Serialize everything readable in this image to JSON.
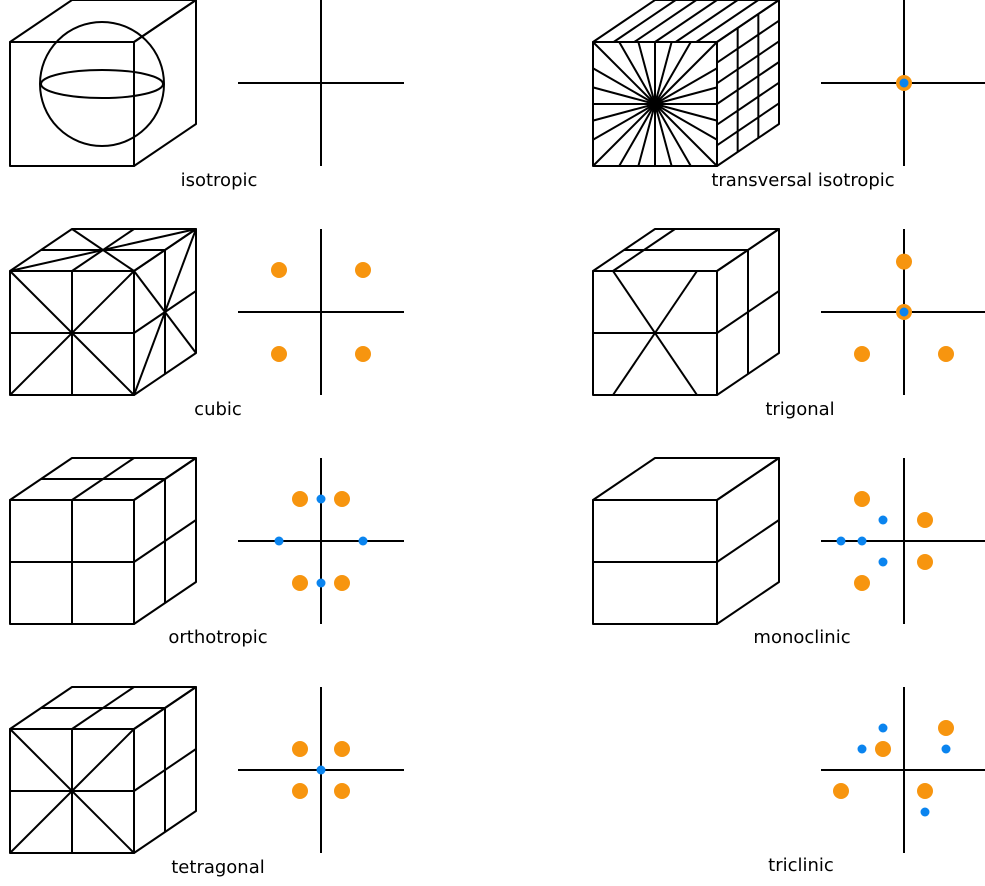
{
  "colors": {
    "line": "#000000",
    "axis": "#000000",
    "orange_dot": "#f7950f",
    "blue_dot": "#0a84ef",
    "background": "#ffffff"
  },
  "panels": [
    {
      "id": "isotropic",
      "caption": "isotropic",
      "cube": "sphere",
      "points": []
    },
    {
      "id": "transversal-isotropic",
      "caption": "transversal isotropic",
      "cube": "radial",
      "points": [
        {
          "x": 0,
          "y": 0,
          "kind": "both"
        }
      ]
    },
    {
      "id": "cubic",
      "caption": "cubic",
      "cube": "cubic",
      "points": [
        {
          "x": -1,
          "y": 1,
          "kind": "orange"
        },
        {
          "x": 1,
          "y": 1,
          "kind": "orange"
        },
        {
          "x": -1,
          "y": -1,
          "kind": "orange"
        },
        {
          "x": 1,
          "y": -1,
          "kind": "orange"
        }
      ]
    },
    {
      "id": "trigonal",
      "caption": "trigonal",
      "cube": "trigonal",
      "points": [
        {
          "x": 0,
          "y": 1.2,
          "kind": "orange"
        },
        {
          "x": 0,
          "y": 0,
          "kind": "both"
        },
        {
          "x": -1,
          "y": -1,
          "kind": "orange"
        },
        {
          "x": 1,
          "y": -1,
          "kind": "orange"
        }
      ]
    },
    {
      "id": "orthotropic",
      "caption": "orthotropic",
      "cube": "orthotropic",
      "points": [
        {
          "x": -0.5,
          "y": 1,
          "kind": "orange"
        },
        {
          "x": 0.5,
          "y": 1,
          "kind": "orange"
        },
        {
          "x": -0.5,
          "y": -1,
          "kind": "orange"
        },
        {
          "x": 0.5,
          "y": -1,
          "kind": "orange"
        },
        {
          "x": 0,
          "y": 1,
          "kind": "blue"
        },
        {
          "x": 0,
          "y": -1,
          "kind": "blue"
        },
        {
          "x": -1,
          "y": 0,
          "kind": "blue"
        },
        {
          "x": 1,
          "y": 0,
          "kind": "blue"
        }
      ]
    },
    {
      "id": "monoclinic",
      "caption": "monoclinic",
      "cube": "monoclinic",
      "points": [
        {
          "x": -1,
          "y": 1,
          "kind": "orange"
        },
        {
          "x": 0.5,
          "y": 0.5,
          "kind": "orange"
        },
        {
          "x": 0.5,
          "y": -0.5,
          "kind": "orange"
        },
        {
          "x": -1,
          "y": -1,
          "kind": "orange"
        },
        {
          "x": -0.5,
          "y": 0.5,
          "kind": "blue"
        },
        {
          "x": -0.5,
          "y": -0.5,
          "kind": "blue"
        },
        {
          "x": -1.5,
          "y": 0,
          "kind": "blue"
        },
        {
          "x": -1,
          "y": 0,
          "kind": "blue"
        }
      ]
    },
    {
      "id": "tetragonal",
      "caption": "tetragonal",
      "cube": "tetragonal",
      "points": [
        {
          "x": -0.5,
          "y": 0.5,
          "kind": "orange"
        },
        {
          "x": 0.5,
          "y": 0.5,
          "kind": "orange"
        },
        {
          "x": -0.5,
          "y": -0.5,
          "kind": "orange"
        },
        {
          "x": 0.5,
          "y": -0.5,
          "kind": "orange"
        },
        {
          "x": 0,
          "y": 0,
          "kind": "blue"
        }
      ]
    },
    {
      "id": "triclinic",
      "caption": "triclinic",
      "cube": "none",
      "points": [
        {
          "x": 1,
          "y": 1,
          "kind": "orange"
        },
        {
          "x": -0.5,
          "y": 0.5,
          "kind": "orange"
        },
        {
          "x": -1.5,
          "y": -0.5,
          "kind": "orange"
        },
        {
          "x": 0.5,
          "y": -0.5,
          "kind": "orange"
        },
        {
          "x": -0.5,
          "y": 1,
          "kind": "blue"
        },
        {
          "x": -1,
          "y": 0.5,
          "kind": "blue"
        },
        {
          "x": 1,
          "y": 0.5,
          "kind": "blue"
        },
        {
          "x": 0.5,
          "y": -1,
          "kind": "blue"
        }
      ]
    }
  ]
}
